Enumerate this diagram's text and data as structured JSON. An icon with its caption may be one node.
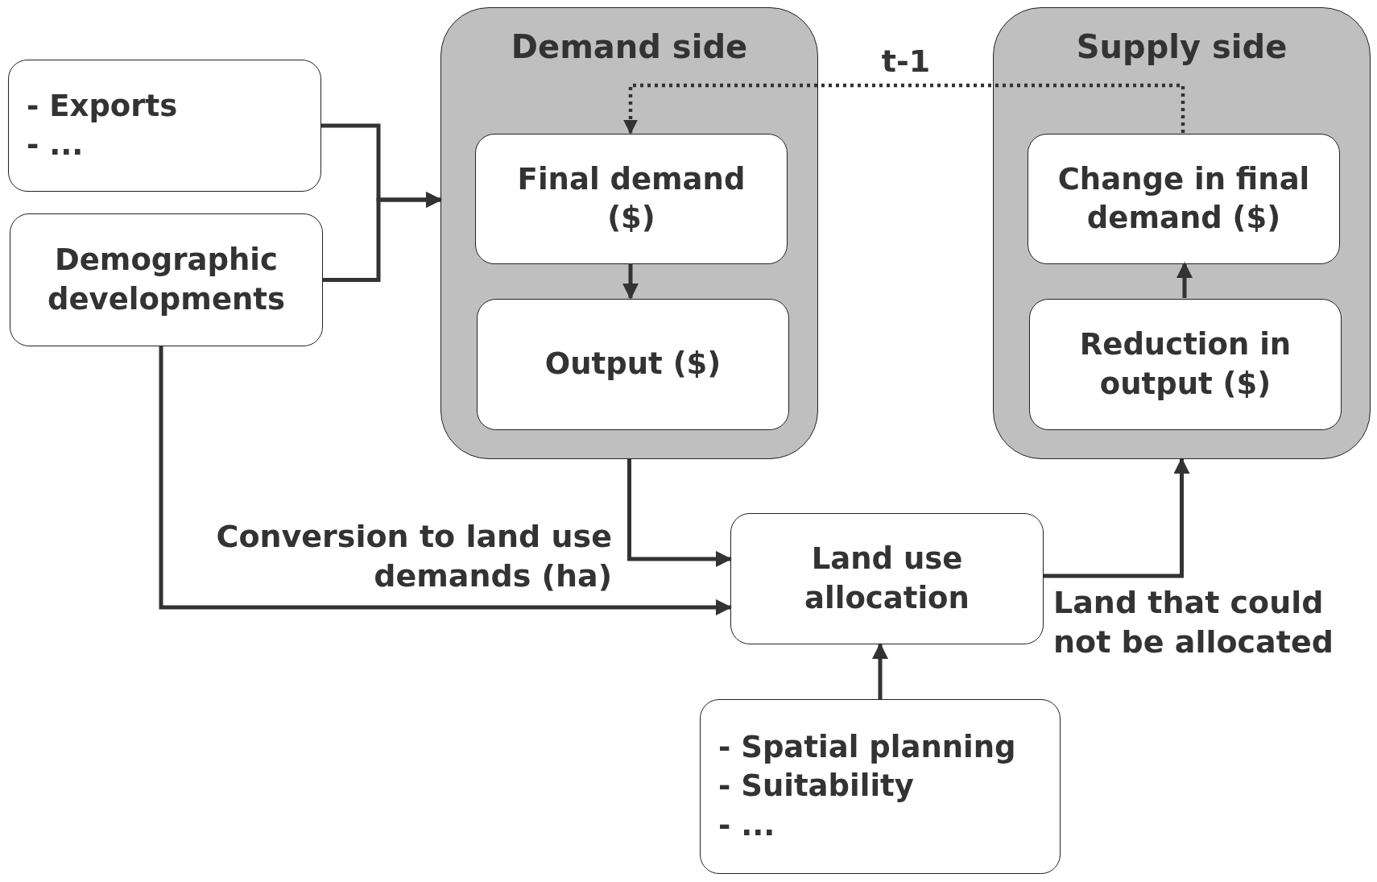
{
  "diagram": {
    "nodes": [
      {
        "text": [
          "- Exports",
          "- ..."
        ]
      },
      {
        "text": [
          "Demographic developments"
        ]
      },
      {
        "text": [
          "Demand side"
        ]
      },
      {
        "text": [
          "Final demand ($)"
        ],
        "in": 2
      },
      {
        "text": [
          "Output ($)"
        ],
        "in": 2
      },
      {
        "text": [
          "Supply side"
        ]
      },
      {
        "text": [
          "Change in final demand ($)"
        ],
        "in": 5
      },
      {
        "text": [
          "Reduction in output ($)"
        ],
        "in": 5
      },
      {
        "text": [
          "Land use allocation"
        ]
      },
      {
        "text": [
          "- Spatial planning",
          "- Suitability",
          "- ..."
        ]
      }
    ],
    "edges": [
      {
        "from": 0,
        "to": 2,
        "arrow": "to"
      },
      {
        "from": 1,
        "to": 2,
        "arrow": "to"
      },
      {
        "from": 6,
        "to": 3,
        "arrow": "to",
        "label": "t-1",
        "style": "dashed"
      },
      {
        "from": 3,
        "to": 4,
        "arrow": "to"
      },
      {
        "from": 2,
        "to": 8,
        "arrow": "to"
      },
      {
        "from": 1,
        "to": 8,
        "arrow": "to",
        "label": "Conversion to land use demands (ha)"
      },
      {
        "from": 7,
        "to": 6,
        "arrow": "to"
      },
      {
        "from": 8,
        "to": 5,
        "arrow": "to",
        "label": "Land that could not be allocated"
      },
      {
        "from": 9,
        "to": 8,
        "arrow": "to"
      }
    ]
  }
}
